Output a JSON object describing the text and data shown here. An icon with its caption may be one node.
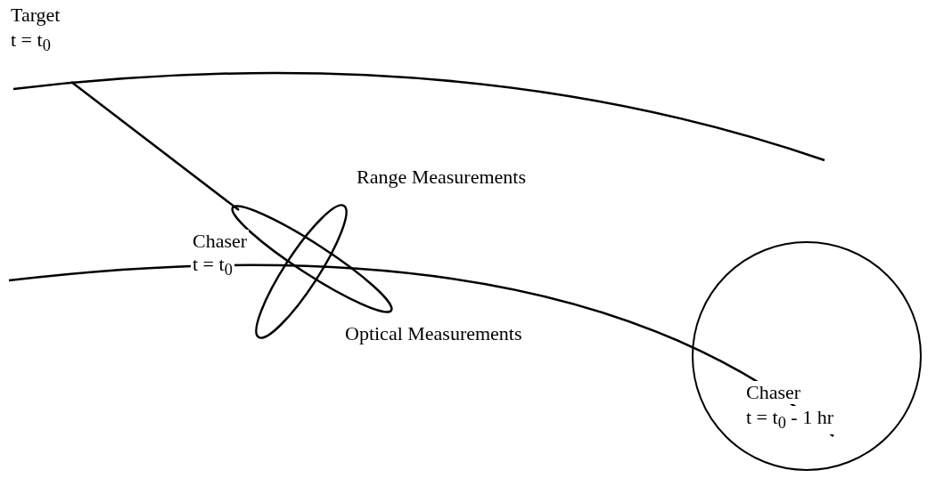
{
  "diagram": {
    "nodes": [
      {
        "text": [
          "Chaser",
          "t = t$_{0}$ - 1 hr"
        ]
      }
    ],
    "labels": [
      "Target",
      "t = t$_{0}$",
      "Range Measurements",
      "Chaser",
      "t = t$_{0}$",
      "Optical Measurements"
    ]
  }
}
